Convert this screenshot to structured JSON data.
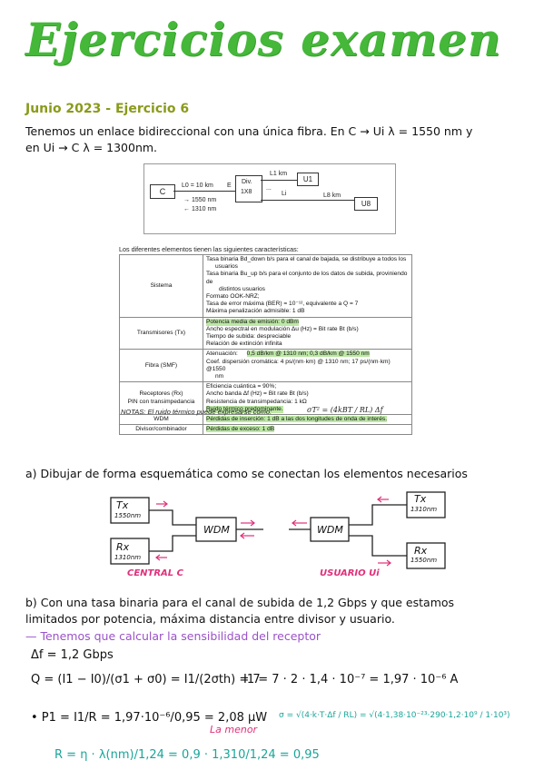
{
  "page": {
    "title": "Ejercicios examen",
    "subtitle": "Junio 2023 - Ejercicio 6",
    "intro_line1": "Tenemos un enlace bidireccional con una única fibra. En C → Ui λ = 1550 nm y",
    "intro_line2": "en Ui → C λ = 1300nm."
  },
  "diagram": {
    "node_c": "C",
    "l0": "L0 = 10 km",
    "e": "E",
    "arrow1550": "→ 1550 nm",
    "arrow1310": "← 1310 nm",
    "div_line1": "Div.",
    "div_line2": "1X8",
    "l1": "L1 km",
    "u1": "U1",
    "dots": "...",
    "li": "Li",
    "l8": "L8 km",
    "u8": "U8"
  },
  "table": {
    "intro": "Los diferentes elementos tienen las siguientes características:",
    "sistema": "Sistema",
    "sistema_lines": [
      "Tasa binaria Bd_down b/s para el canal de bajada, se distribuye a todos los",
      "usuarios",
      "Tasa binaria Bu_up b/s para el conjunto de los datos de subida, proviniendo de",
      "distintos usuarios",
      "Formato OOK-NRZ;",
      "Tasa de error máxima (BER) = 10⁻¹², equivalente a Q = 7",
      "Máxima penalización admisible: 1 dB"
    ],
    "tx": "Transmisores (Tx)",
    "tx_lines": [
      "Potencia media de emisión: 0 dBm",
      "Ancho espectral en modulación Δu (Hz) = Bit rate Bt (b/s)",
      "Tiempo de subida: despreciable",
      "Relación de extinción infinita"
    ],
    "fibra": "Fibra (SMF)",
    "fibra_lines": [
      "Atenuación:",
      "0,5 dB/km @ 1310 nm; 0,3 dB/km @ 1550 nm",
      "Coef. dispersión cromática: 4 ps/(nm·km) @ 1310 nm; 17 ps/(nm·km) @1550",
      "nm"
    ],
    "rx1": "Receptores (Rx)",
    "rx2": "PIN con transimpedancia",
    "rx_lines": [
      "Eficiencia cuántica = 90%;",
      "Ancho banda Δf (Hz) = Bit rate Bt (b/s)",
      "Resistencia de transimpedancia: 1 kΩ",
      "Ruido térmico predominante."
    ],
    "wdm": "WDM",
    "wdm_line": "Pérdidas de inserción: 1 dB a las dos longitudes de onda de interés.",
    "div": "Divisor/combinador",
    "div_line": "Pérdidas de exceso: 1 dB",
    "notas": "NOTAS: El ruido térmico puede expresarse como:",
    "notas_formula": "σT² = (4kBT / RL) Δf"
  },
  "part_a": {
    "heading": "a) Dibujar de forma esquemática como se conectan los elementos necesarios",
    "tx_left": "Tx",
    "tx_left_sub": "1550nm",
    "rx_left": "Rx",
    "rx_left_sub": "1310nm",
    "wdm_left": "WDM",
    "central": "CENTRAL C",
    "tx_right": "Tx",
    "tx_right_sub": "1310nm",
    "rx_right": "Rx",
    "rx_right_sub": "1550nm",
    "wdm_right": "WDM",
    "usuario": "USUARIO Ui"
  },
  "part_b": {
    "line1": "b) Con una tasa binaria para el canal de subida de 1,2 Gbps y que estamos",
    "line2": "limitados por potencia, máxima distancia entre divisor y usuario.",
    "line3": "— Tenemos que calcular la sensibilidad del receptor",
    "df": "Δf = 1,2 Gbps",
    "q_eq": "Q = (I1 − I0)/(σ1 + σ0) = I1/(2σth) = 7",
    "i1_eq": "I1 = 7 · 2 · 1,4 · 10⁻⁷ = 1,97 · 10⁻⁶ A",
    "p1_eq": "• P1 = I1/R = 1,97·10⁻⁶/0,95 = 2,08 μW",
    "la_menor": "La menor",
    "sigma_eq": "σ = √(4·k·T·Δf / RL) = √(4·1,38·10⁻²³·290·1,2·10⁹ / 1·10³)",
    "r_eq": "R = η · λ(nm)/1,24 = 0,9 · 1,310/1,24 = 0,95"
  }
}
